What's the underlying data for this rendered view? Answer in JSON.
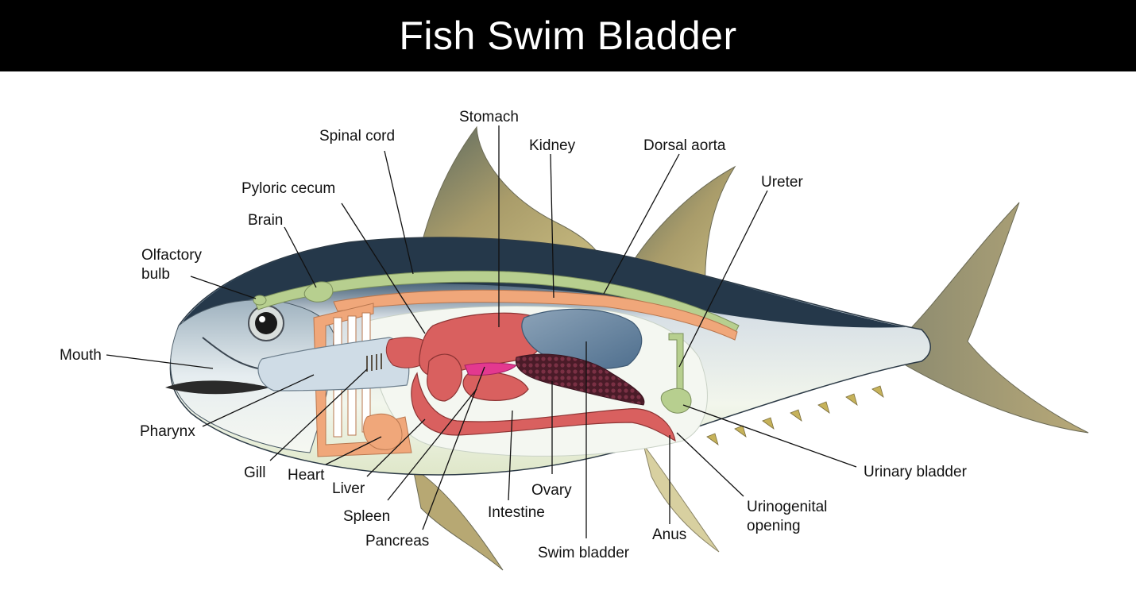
{
  "title": "Fish Swim Bladder",
  "labels": {
    "stomach": "Stomach",
    "spinal_cord": "Spinal cord",
    "kidney": "Kidney",
    "dorsal_aorta": "Dorsal aorta",
    "pyloric_cecum": "Pyloric cecum",
    "ureter": "Ureter",
    "brain": "Brain",
    "olfactory_bulb_1": "Olfactory",
    "olfactory_bulb_2": "bulb",
    "mouth": "Mouth",
    "pharynx": "Pharynx",
    "gill": "Gill",
    "heart": "Heart",
    "liver": "Liver",
    "spleen": "Spleen",
    "pancreas": "Pancreas",
    "intestine": "Intestine",
    "ovary": "Ovary",
    "swim_bladder": "Swim bladder",
    "anus": "Anus",
    "urinogenital_opening_1": "Urinogenital",
    "urinogenital_opening_2": "opening",
    "urinary_bladder": "Urinary bladder"
  },
  "colors": {
    "title_bar": "#000000",
    "dorsal_skin": "#2b3d4e",
    "belly": "#eef3e6",
    "fins": "#a79a6c",
    "stomach": "#d9605f",
    "swim_bladder": "#6d8aa5",
    "ovary": "#5a2030",
    "gill_arches": "#f0a77a",
    "kidney_band": "#f0a77a",
    "spinal_cord": "#b7cf8f",
    "pancreas": "#e3398f"
  }
}
